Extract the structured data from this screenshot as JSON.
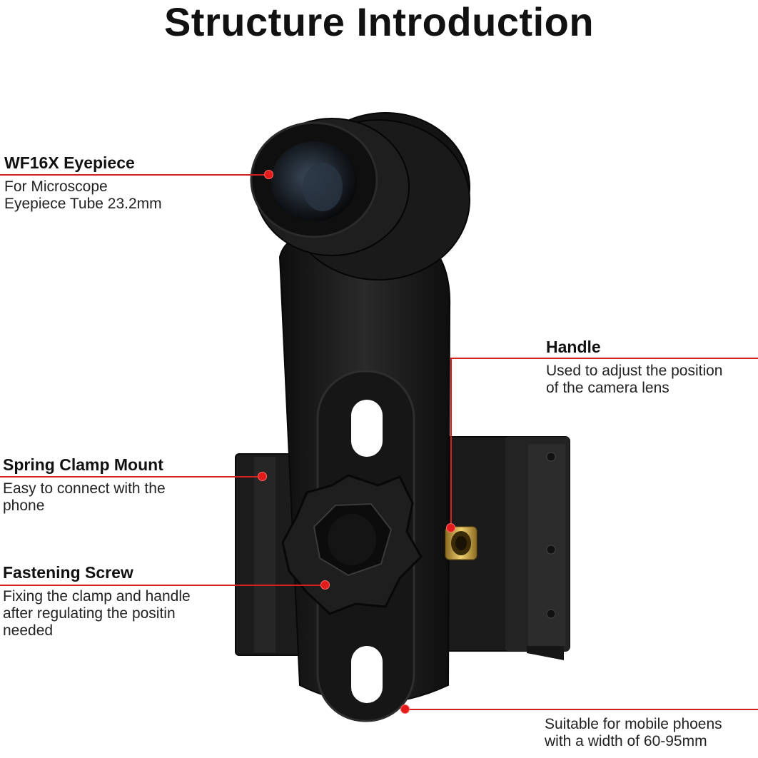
{
  "title": "Structure Introduction",
  "colors": {
    "accent": "#d62020",
    "body": "#1a1a1a",
    "device": "#151515"
  },
  "callouts": {
    "eyepiece": {
      "title": "WF16X Eyepiece",
      "desc": [
        "For Microscope",
        "Eyepiece Tube 23.2mm"
      ]
    },
    "handle": {
      "title": "Handle",
      "desc": [
        "Used to adjust the position",
        "of the camera lens"
      ]
    },
    "spring_clamp": {
      "title": "Spring Clamp Mount",
      "desc": [
        "Easy to connect with the",
        "phone"
      ]
    },
    "fastening_screw": {
      "title": "Fastening Screw",
      "desc": [
        "Fixing the clamp and handle",
        "after regulating the positin",
        "needed"
      ]
    },
    "width": {
      "desc": [
        "Suitable for mobile phoens",
        "with a width of 60-95mm"
      ]
    }
  }
}
